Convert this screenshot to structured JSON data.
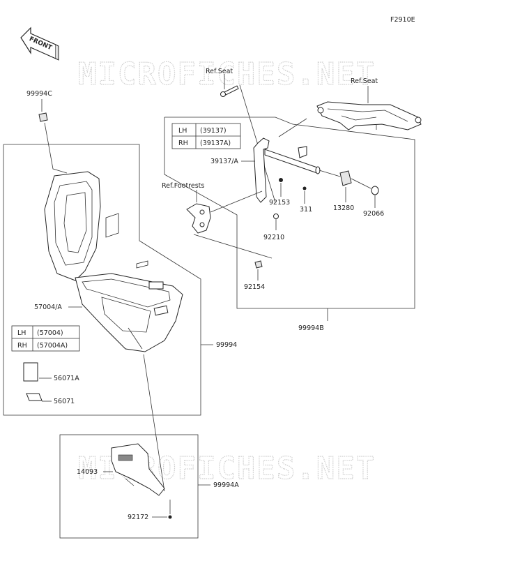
{
  "figure_code": "F2910E",
  "front_label": "FRONT",
  "watermark": "MICROFICHES.NET",
  "refs": {
    "seat_left": "Ref.Seat",
    "seat_right": "Ref.Seat",
    "footrests": "Ref.Footrests"
  },
  "tables": {
    "frame": [
      {
        "side": "LH",
        "part": "(39137)"
      },
      {
        "side": "RH",
        "part": "(39137A)"
      }
    ],
    "case": [
      {
        "side": "LH",
        "part": "(57004)"
      },
      {
        "side": "RH",
        "part": "(57004A)"
      }
    ]
  },
  "parts": {
    "p99994C": "99994C",
    "p39137A": "39137/A",
    "p92153": "92153",
    "p311": "311",
    "p13280": "13280",
    "p92066": "92066",
    "p92210": "92210",
    "p92154": "92154",
    "p99994B": "99994B",
    "p57004A": "57004/A",
    "p99994": "99994",
    "p56071A": "56071A",
    "p56071": "56071",
    "p14093": "14093",
    "p99994A": "99994A",
    "p92172": "92172"
  }
}
